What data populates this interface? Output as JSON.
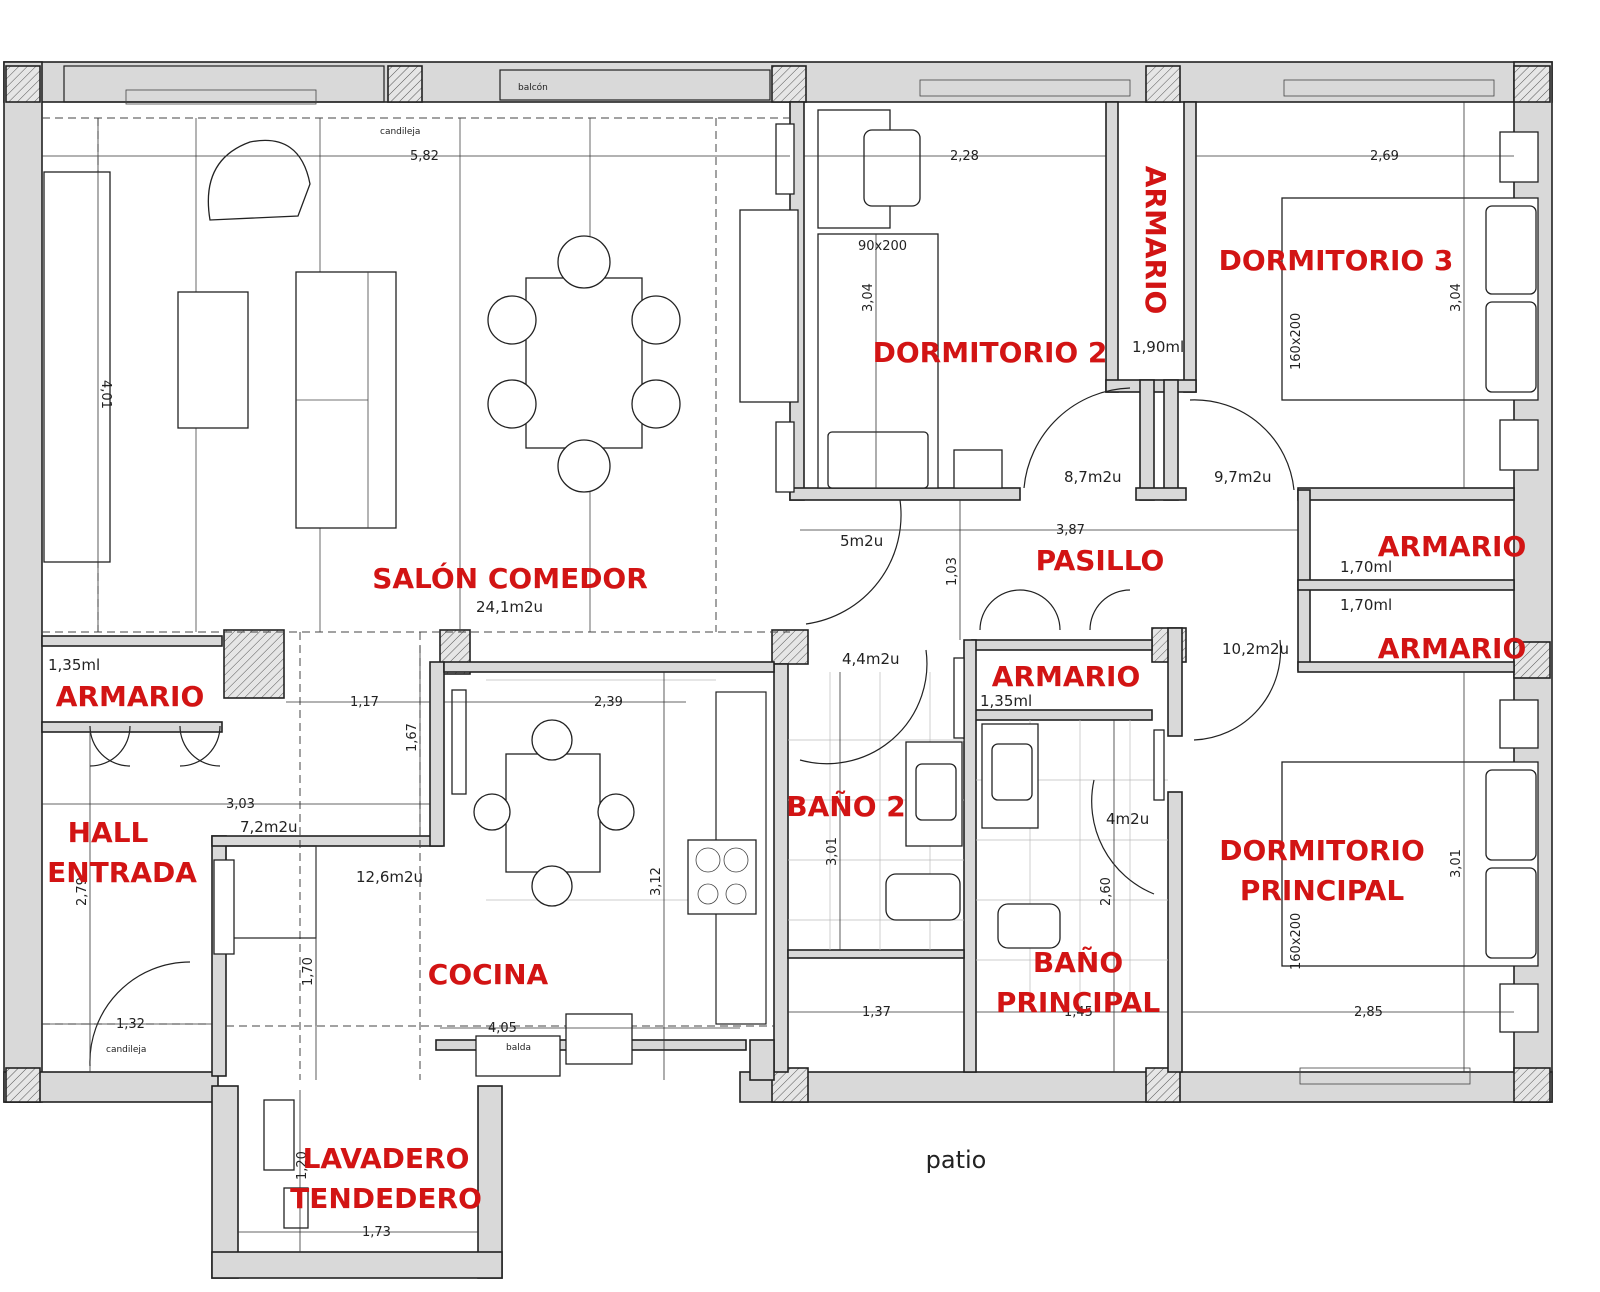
{
  "rooms": {
    "salon": "SALÓN COMEDOR",
    "dorm2": "DORMITORIO 2",
    "armario_vertical": "ARMARIO",
    "dorm3": "DORMITORIO 3",
    "armario_right1": "ARMARIO",
    "armario_right2": "ARMARIO",
    "pasillo": "PASILLO",
    "armario_pasillo": "ARMARIO",
    "armario_hall": "ARMARIO",
    "hall_1": "HALL",
    "hall_2": "ENTRADA",
    "cocina": "COCINA",
    "bano2": "BAÑO 2",
    "bano_principal_1": "BAÑO",
    "bano_principal_2": "PRINCIPAL",
    "dorm_principal_1": "DORMITORIO",
    "dorm_principal_2": "PRINCIPAL",
    "lavadero_1": "LAVADERO",
    "lavadero_2": "TENDEDERO"
  },
  "areas": {
    "salon": "24,1m2u",
    "dorm2": "8,7m2u",
    "dorm3": "9,7m2u",
    "pasillo": "5m2u",
    "bano2": "4,4m2u",
    "bano_principal": "4m2u",
    "dorm_principal": "10,2m2u",
    "hall": "7,2m2u",
    "cocina": "12,6m2u"
  },
  "dimensions": {
    "salon_width": "5,82",
    "salon_height": "4,01",
    "dorm2_width": "2,28",
    "dorm2_height": "3,04",
    "dorm3_width": "2,69",
    "dorm3_height": "3,04",
    "pasillo_width": "3,87",
    "pasillo_height": "1,03",
    "hall_width_top": "1,17",
    "hall_height_top": "1,67",
    "hall_width": "3,03",
    "hall_height": "2,79",
    "hall_entry_width": "1,32",
    "cocina_width": "2,39",
    "cocina_height": "3,12",
    "cocina_lower_height": "1,70",
    "cocina_bottom_width": "4,05",
    "bano2_height": "3,01",
    "bano2_width": "1,37",
    "bano_principal_height": "2,60",
    "bano_principal_width": "1,45",
    "dorm_principal_height": "3,01",
    "dorm_principal_width": "2,85",
    "lavadero_height": "1,20",
    "lavadero_width": "1,73"
  },
  "linear": {
    "armario_vertical": "1,90ml",
    "armario_right1": "1,70ml",
    "armario_right2": "1,70ml",
    "armario_pasillo": "1,35ml",
    "armario_hall": "1,35ml"
  },
  "bed_labels": {
    "dorm2": "90x200",
    "dorm3": "160x200",
    "dorm_principal": "160x200"
  },
  "small_labels": {
    "balcon": "balcón",
    "candileja_top": "candileja",
    "candileja_bottom": "candileja",
    "balda": "balda"
  },
  "outside": "patio",
  "colors": {
    "room_label": "#d21414",
    "wall_fill": "#d9d9d9",
    "line": "#222222"
  }
}
